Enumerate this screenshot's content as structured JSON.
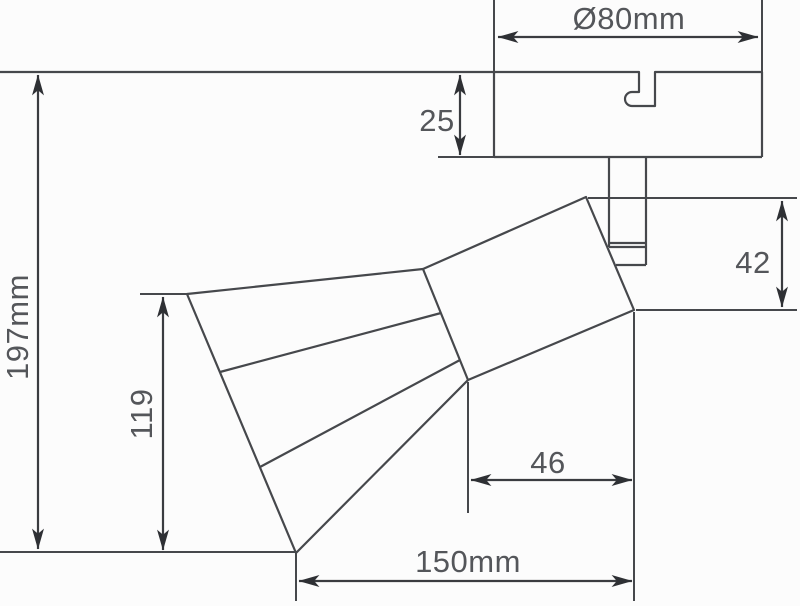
{
  "diagram": {
    "type": "technical-dimension-drawing",
    "subject": "ceiling spotlight side profile with mounting plate, pivot bracket and faceted horn head",
    "dimensions": {
      "plate_diameter": "Ø80mm",
      "plate_height": "25",
      "bracket_drop": "42",
      "head_offset": "46",
      "head_height": "119",
      "overall_width": "150mm",
      "overall_height": "197mm"
    },
    "colors": {
      "line": "#46484c",
      "arrow": "#2e3034",
      "text": "#54565a",
      "background": "#fcfcfc"
    }
  }
}
